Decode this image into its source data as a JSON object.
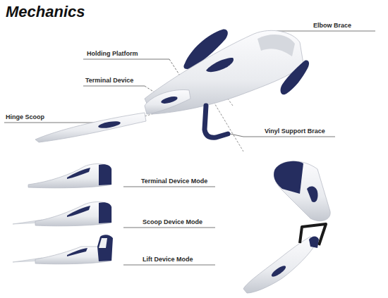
{
  "diagram": {
    "title": "Mechanics",
    "labels": [
      "Elbow Brace",
      "Holding Platform",
      "Terminal Device",
      "Hinge Scoop",
      "Vinyl Support Brace",
      "Terminal Device Mode",
      "Scoop Device Mode",
      "Lift Device Mode"
    ]
  }
}
